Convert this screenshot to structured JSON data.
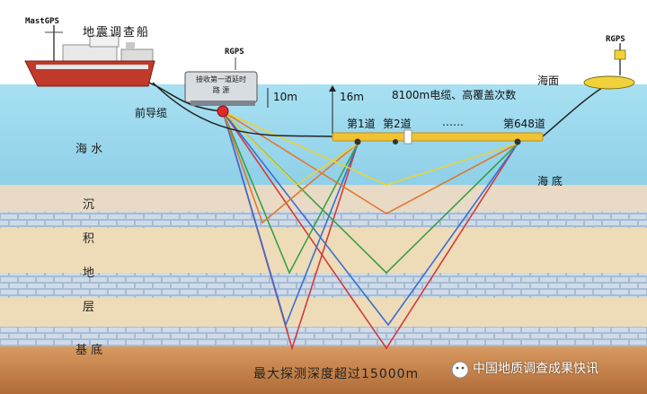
{
  "labels": {
    "mast_gps": "MastGPS",
    "survey_ship": "地震调查船",
    "rgps_main": "RGPS",
    "rgps_tail": "RGPS",
    "source_caption_line1": "接收第一道延时",
    "source_caption_line2": "路  源",
    "depth_10m": "10m",
    "depth_16m": "16m",
    "streamer_spec": "8100m电缆、高覆盖次数",
    "lead_cable": "前导缆",
    "channel_first": "第1道",
    "channel_second": "第2道",
    "channel_dots": "……",
    "channel_last": "第648道",
    "sea_surface": "海面",
    "sea_water": "海  水",
    "sea_floor": "海  底",
    "sediment_1": "沉",
    "sediment_2": "积",
    "sediment_3": "地",
    "sediment_4": "层",
    "basement": "基  底",
    "max_depth": "最大探测深度超过15000m",
    "watermark": "中国地质调查成果快讯"
  },
  "colors": {
    "sky": "#ffffff",
    "sea": "#9fdcef",
    "sediment_light": "#e6d8c2",
    "brick_band": "#9fb4cc",
    "basement": "#c88a55",
    "streamer": "#f1c232",
    "ray_red": "#d43a3a",
    "ray_blue": "#3a6fd4",
    "ray_green": "#3aa04a",
    "ray_yellow": "#e8d23a",
    "ray_orange": "#e07a30",
    "ship_hull": "#c0392b"
  },
  "icons": {
    "ship": "survey-ship-icon",
    "buoy": "tail-buoy-icon",
    "source": "airgun-source-icon",
    "wechat": "wechat-icon"
  }
}
